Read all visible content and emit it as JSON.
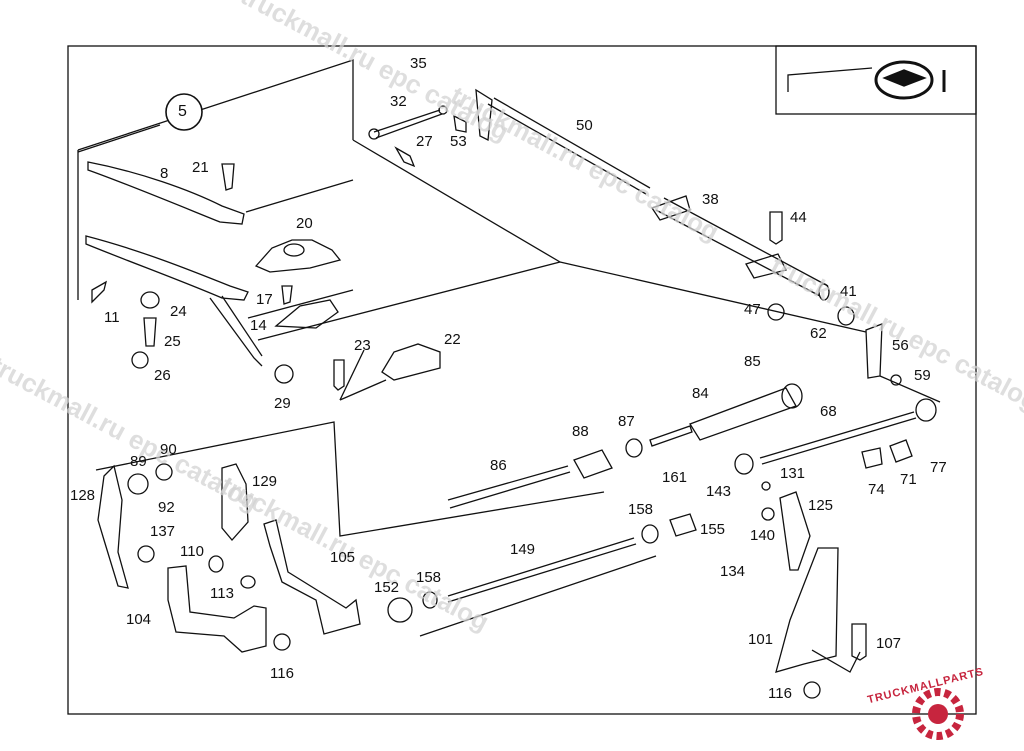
{
  "diagram": {
    "callout_circle": "5",
    "watermark": "truckmall.ru epc catalog",
    "brand": {
      "name": "TRUCKMALLPARTS",
      "color": "#c7253e"
    },
    "labels": {
      "l8": "8",
      "l21": "21",
      "l5": "5",
      "l20": "20",
      "l11": "11",
      "l24": "24",
      "l17": "17",
      "l14": "14",
      "l25": "25",
      "l26": "26",
      "l29": "29",
      "l23": "23",
      "l22": "22",
      "l35": "35",
      "l32": "32",
      "l27": "27",
      "l53": "53",
      "l50": "50",
      "l38": "38",
      "l44": "44",
      "l47": "47",
      "l41": "41",
      "l62": "62",
      "l56": "56",
      "l59": "59",
      "l85": "85",
      "l84": "84",
      "l68": "68",
      "l87": "87",
      "l88": "88",
      "l86": "86",
      "l77": "77",
      "l74": "74",
      "l71": "71",
      "l161": "161",
      "l143": "143",
      "l131": "131",
      "l125": "125",
      "l158a": "158",
      "l155": "155",
      "l140": "140",
      "l134": "134",
      "l149": "149",
      "l152": "152",
      "l158b": "158",
      "l101": "101",
      "l107": "107",
      "l116b": "116",
      "l89": "89",
      "l90": "90",
      "l128": "128",
      "l92": "92",
      "l137": "137",
      "l129": "129",
      "l110": "110",
      "l113": "113",
      "l105": "105",
      "l104": "104",
      "l116a": "116"
    }
  }
}
